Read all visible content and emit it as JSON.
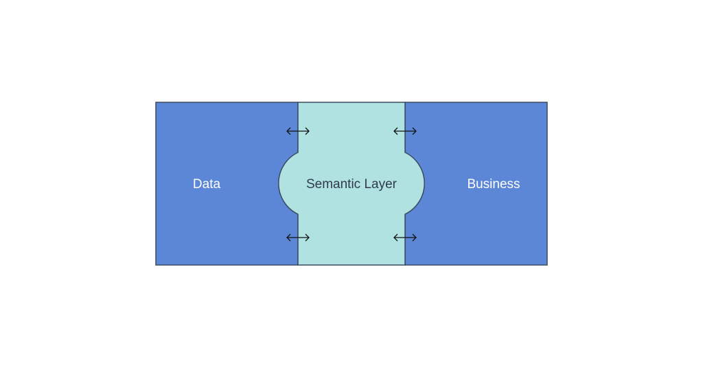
{
  "diagram": {
    "left_block": {
      "label": "Data"
    },
    "center_block": {
      "label": "Semantic Layer"
    },
    "right_block": {
      "label": "Business"
    },
    "colors": {
      "outer_blue": "#5b87d6",
      "center_teal": "#b0e2e2",
      "stroke": "#3a4a5e",
      "outer_text": "#ffffff",
      "center_text": "#2f3a4a",
      "arrow": "#111111"
    },
    "connectors": [
      {
        "name": "top-left",
        "icon": "double-arrow-icon"
      },
      {
        "name": "bottom-left",
        "icon": "double-arrow-icon"
      },
      {
        "name": "top-right",
        "icon": "double-arrow-icon"
      },
      {
        "name": "bottom-right",
        "icon": "double-arrow-icon"
      }
    ]
  }
}
